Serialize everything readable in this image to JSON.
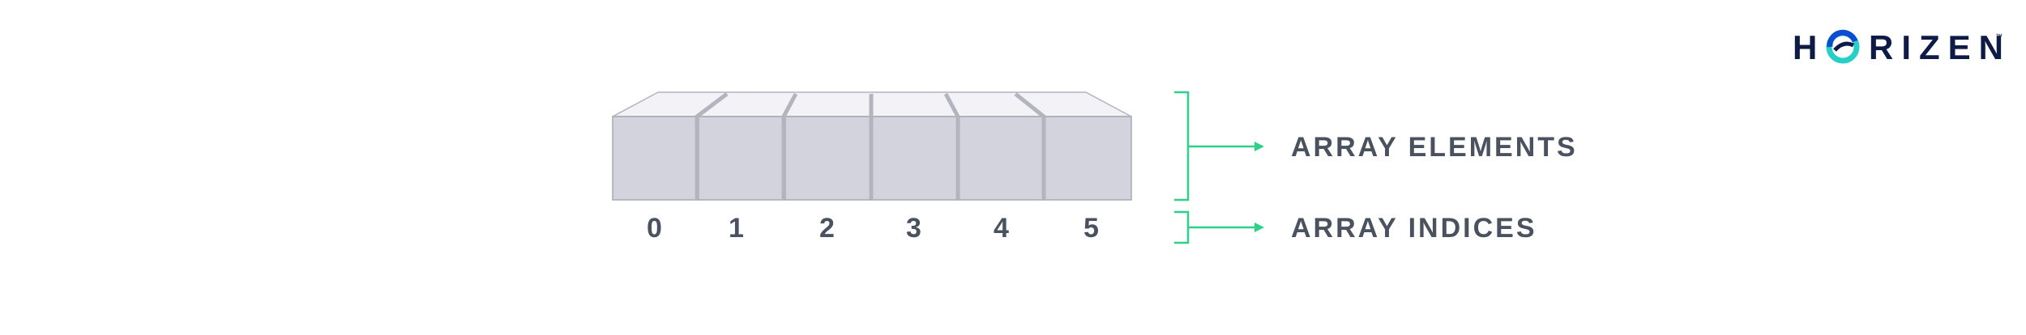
{
  "logo": {
    "text": "HORIZEN",
    "trademark": "™",
    "colors": {
      "text": "#0e1b47",
      "ring_teal": "#26d0c6",
      "ring_blue": "#0e4dd1"
    }
  },
  "array": {
    "indices": [
      "0",
      "1",
      "2",
      "3",
      "4",
      "5"
    ],
    "colors": {
      "face": "#d3d3dd",
      "top": "#f2f2f7",
      "edge": "#b4b4bf",
      "outline": "#a8a8b5"
    }
  },
  "annotations": {
    "elements_label": "ARRAY ELEMENTS",
    "indices_label": "ARRAY INDICES",
    "bracket_color": "#2ed18a"
  }
}
